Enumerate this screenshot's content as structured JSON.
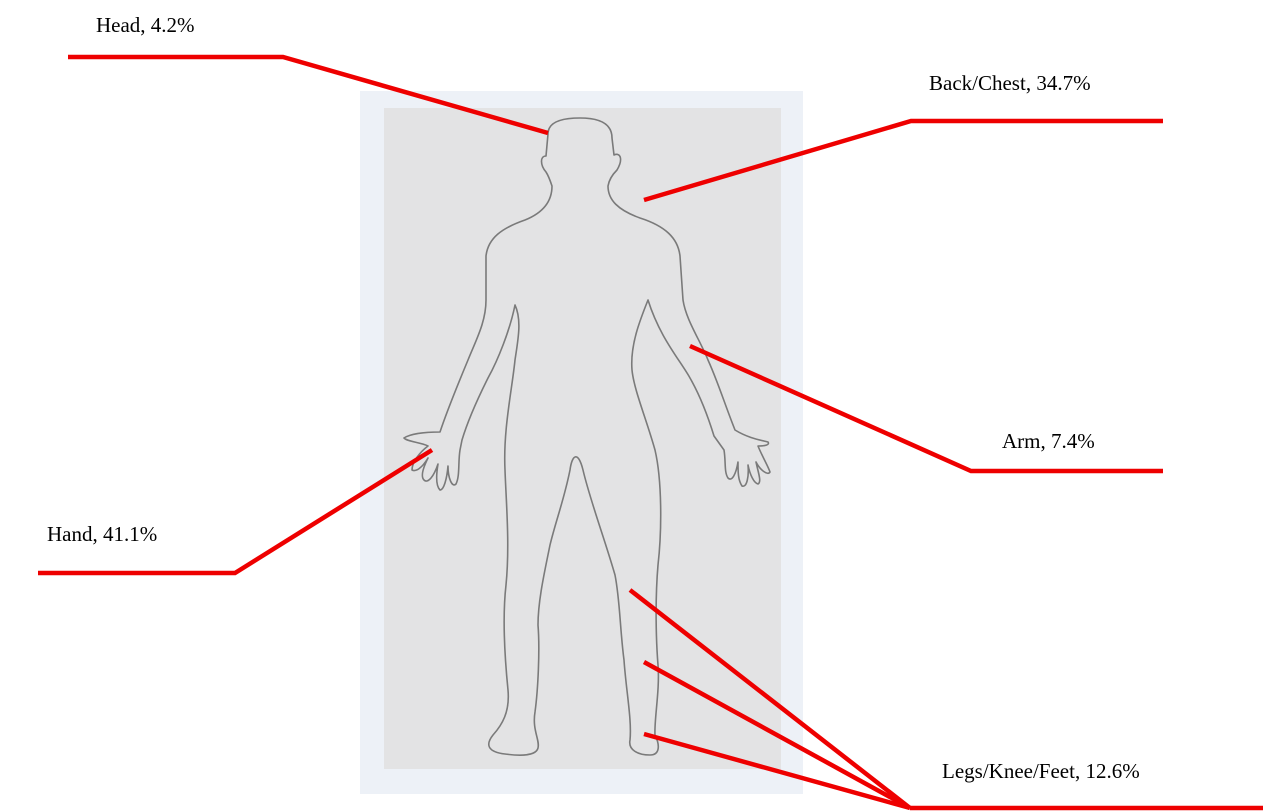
{
  "diagram": {
    "callouts": [
      {
        "id": "head",
        "label": "Head, 4.2%"
      },
      {
        "id": "back-chest",
        "label": "Back/Chest, 34.7%"
      },
      {
        "id": "arm",
        "label": "Arm, 7.4%"
      },
      {
        "id": "hand",
        "label": "Hand, 41.1%"
      },
      {
        "id": "legs-knee-feet",
        "label": "Legs/Knee/Feet, 12.6%"
      }
    ],
    "colors": {
      "leader_line": "#ee0000",
      "body_outline": "#7a7a7a",
      "panel_background": "#e3e3e4",
      "frame_background": "#edf1f7",
      "label_text": "#000000"
    }
  }
}
